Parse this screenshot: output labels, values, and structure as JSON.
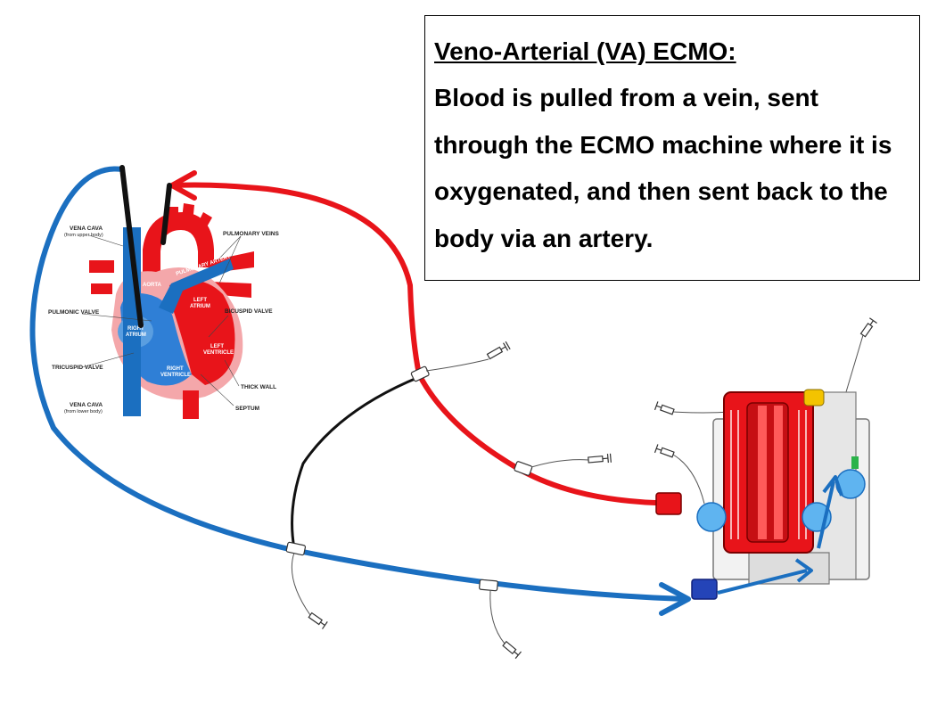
{
  "info_box": {
    "title": "Veno-Arterial (VA) ECMO:",
    "body": "Blood is pulled from a vein, sent through the ECMO machine where it is oxygenated, and then sent back to the body via an artery."
  },
  "heart_labels": {
    "vena_cava_upper": "VENA CAVA",
    "vena_cava_upper_sub": "(from upper body)",
    "pulmonary_veins": "PULMONARY VEINS",
    "pulmonary_artery": "PULMONARY ARTERY",
    "aorta": "AORTA",
    "left_atrium_1": "LEFT",
    "left_atrium_2": "ATRIUM",
    "bicuspid_valve": "BICUSPID VALVE",
    "pulmonic_valve": "PULMONIC VALVE",
    "right_atrium_1": "RIGHT",
    "right_atrium_2": "ATRIUM",
    "left_ventricle_1": "LEFT",
    "left_ventricle_2": "VENTRICLE",
    "tricuspid_valve": "TRICUSPID VALVE",
    "right_ventricle_1": "RIGHT",
    "right_ventricle_2": "VENTRICLE",
    "thick_wall": "THICK WALL",
    "vena_cava_lower": "VENA CAVA",
    "vena_cava_lower_sub": "(from lower body)",
    "septum": "SEPTUM"
  },
  "colors": {
    "arterial": "#e8141a",
    "venous": "#1b6fc0",
    "bridge": "#111111"
  }
}
